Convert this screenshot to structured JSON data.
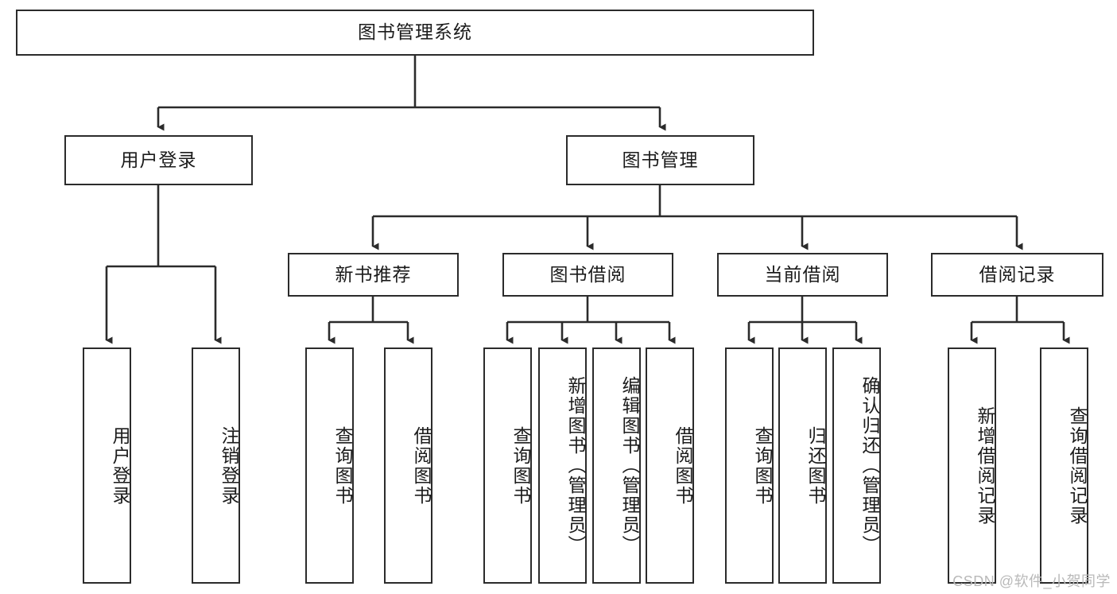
{
  "diagram": {
    "title": "图书管理系统",
    "type": "hierarchy-tree",
    "watermark": "CSDN @软件_小贺同学",
    "colors": {
      "stroke": "#2b2b2b",
      "fill": "#ffffff",
      "text": "#1b1b1b",
      "watermark": "#b9b9b9"
    },
    "levels": {
      "root": {
        "label": "图书管理系统"
      },
      "level1": [
        {
          "id": "user-login",
          "label": "用户登录"
        },
        {
          "id": "book-manage",
          "label": "图书管理"
        }
      ],
      "level2": [
        {
          "id": "new-book-recommend",
          "label": "新书推荐",
          "parent": "book-manage"
        },
        {
          "id": "book-borrow",
          "label": "图书借阅",
          "parent": "book-manage"
        },
        {
          "id": "current-borrow",
          "label": "当前借阅",
          "parent": "book-manage"
        },
        {
          "id": "borrow-record",
          "label": "借阅记录",
          "parent": "book-manage"
        }
      ],
      "leaves": [
        {
          "id": "leaf-user-login",
          "label": "用户登录",
          "parent": "user-login"
        },
        {
          "id": "leaf-logout",
          "label": "注销登录",
          "parent": "user-login"
        },
        {
          "id": "leaf-query-book-1",
          "label": "查询图书",
          "parent": "new-book-recommend"
        },
        {
          "id": "leaf-borrow-book-1",
          "label": "借阅图书",
          "parent": "new-book-recommend"
        },
        {
          "id": "leaf-query-book-2",
          "label": "查询图书",
          "parent": "book-borrow"
        },
        {
          "id": "leaf-add-book",
          "label": "新增图书（管理员）",
          "parent": "book-borrow"
        },
        {
          "id": "leaf-edit-book",
          "label": "编辑图书（管理员）",
          "parent": "book-borrow"
        },
        {
          "id": "leaf-borrow-book-2",
          "label": "借阅图书",
          "parent": "book-borrow"
        },
        {
          "id": "leaf-query-book-3",
          "label": "查询图书",
          "parent": "current-borrow"
        },
        {
          "id": "leaf-return-book",
          "label": "归还图书",
          "parent": "current-borrow"
        },
        {
          "id": "leaf-confirm-return",
          "label": "确认归还（管理员）",
          "parent": "current-borrow"
        },
        {
          "id": "leaf-add-record",
          "label": "新增借阅记录",
          "parent": "borrow-record"
        },
        {
          "id": "leaf-query-record",
          "label": "查询借阅记录",
          "parent": "borrow-record"
        }
      ]
    }
  }
}
